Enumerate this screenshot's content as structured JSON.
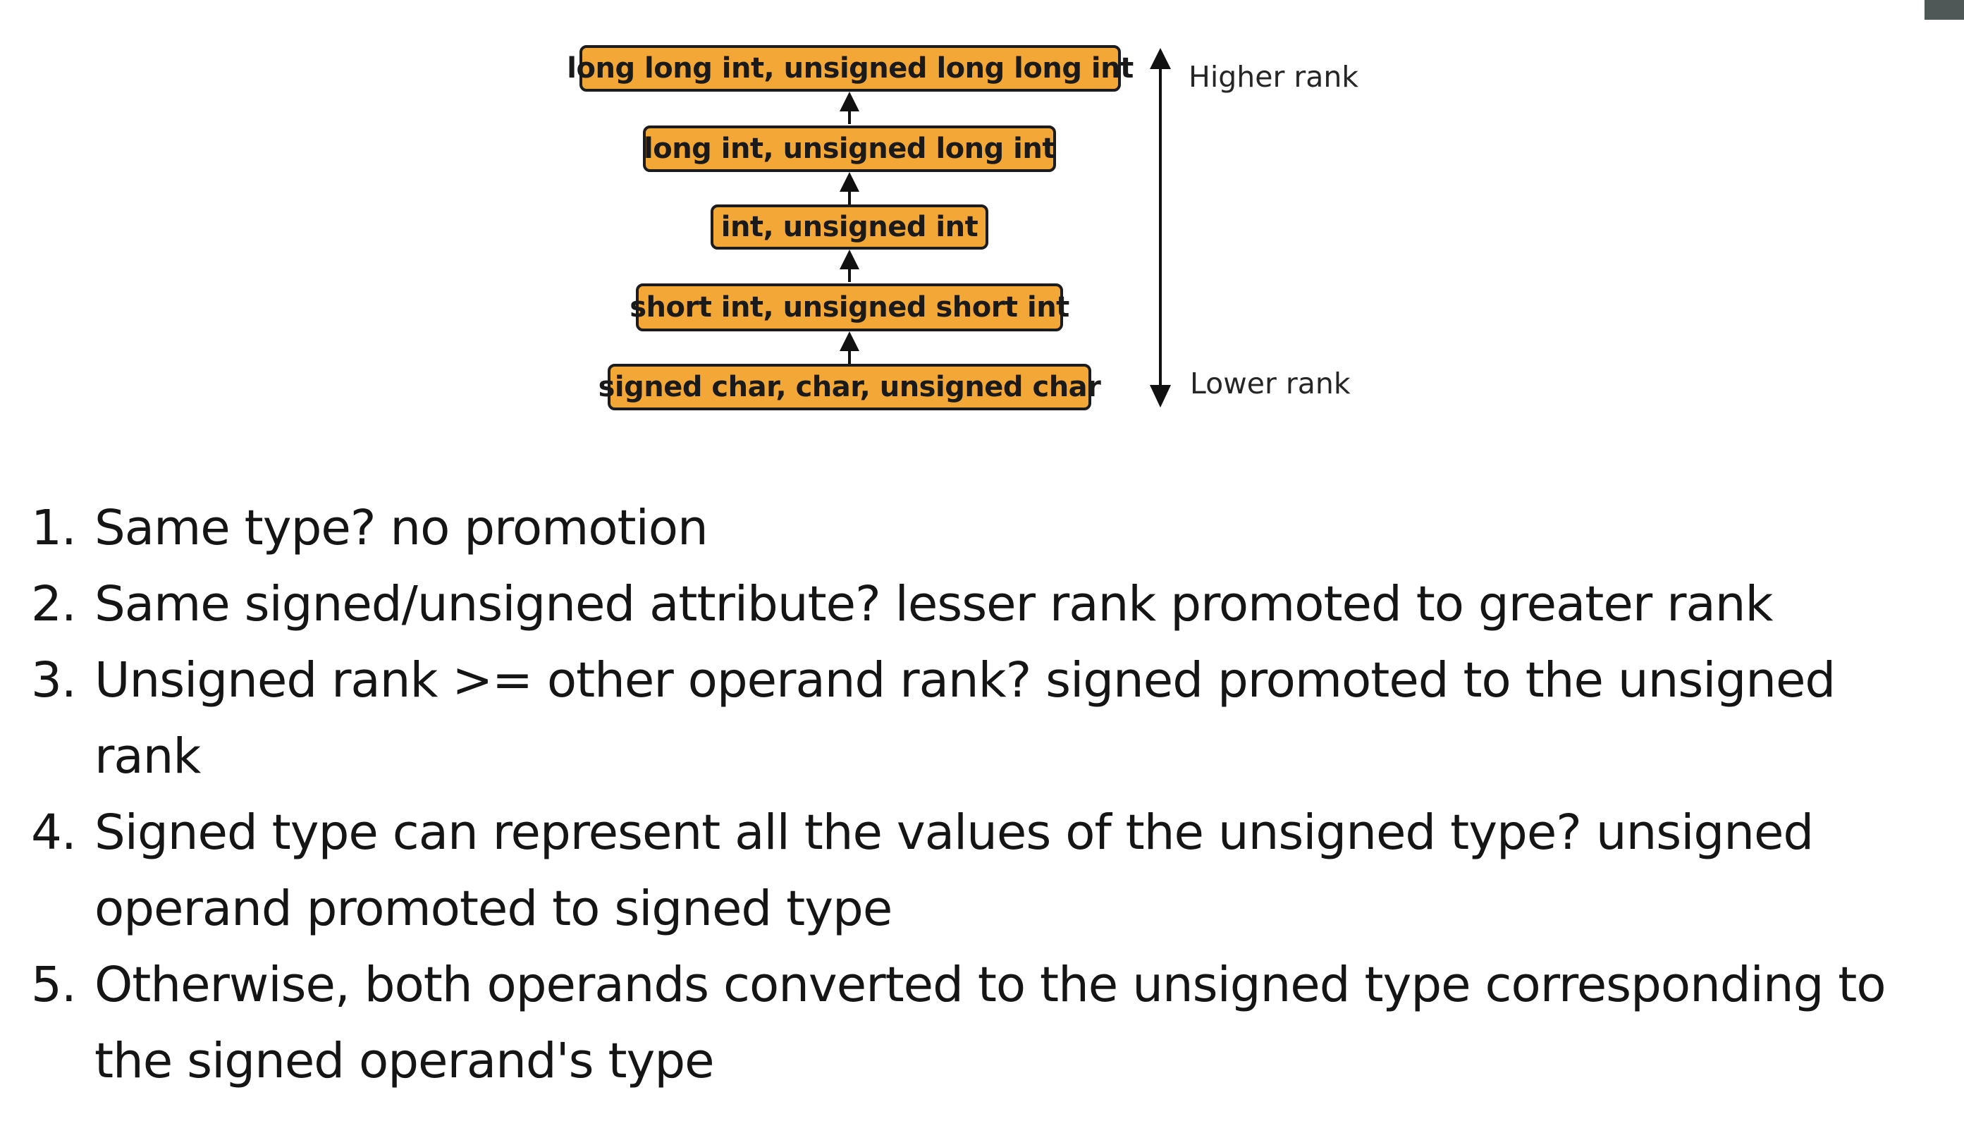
{
  "diagram": {
    "boxes": [
      "long long int, unsigned long long int",
      "long int, unsigned long int",
      "int, unsigned int",
      "short int, unsigned short int",
      "signed char, char, unsigned char"
    ],
    "higher_label": "Higher rank",
    "lower_label": "Lower rank",
    "colors": {
      "box_fill": "#f2a737",
      "box_border": "#1c1c1c",
      "arrow": "#111111"
    }
  },
  "rules": [
    {
      "num": "1.",
      "text": "Same type? no promotion"
    },
    {
      "num": "2.",
      "text": "Same signed/unsigned attribute? lesser rank promoted to greater rank"
    },
    {
      "num": "3.",
      "text": "Unsigned rank >= other operand rank? signed promoted to the unsigned rank"
    },
    {
      "num": "4.",
      "text": "Signed type can represent all the values of the unsigned type? unsigned operand promoted to signed type"
    },
    {
      "num": "5.",
      "text": "Otherwise, both operands converted to the unsigned type corresponding to the signed operand's type"
    }
  ]
}
